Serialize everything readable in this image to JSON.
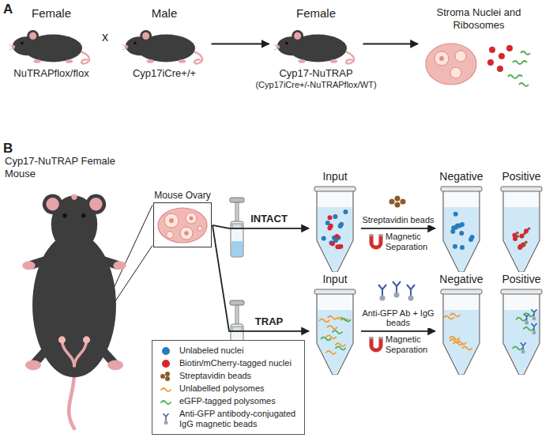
{
  "diagram": {
    "nodes": [
      {
        "text": [
          "Female",
          "NuTRAPflox/flox"
        ]
      },
      {
        "text": [
          "Male",
          "Cyp17iCre+/+"
        ]
      },
      {
        "text": [
          "Female",
          "Cyp17-NuTRAP",
          "(Cyp17iCre+/-NuTRAPflox/WT)"
        ]
      },
      {
        "text": [
          "Stroma Nuclei and Ribosomes"
        ]
      },
      {
        "text": [
          "Cyp17-NuTRAP Female Mouse"
        ]
      },
      {
        "text": [
          "Mouse Ovary"
        ]
      },
      {
        "text": [
          "Input"
        ]
      },
      {
        "text": [
          "Negative"
        ]
      },
      {
        "text": [
          "Positive"
        ]
      },
      {
        "text": [
          "Input"
        ]
      },
      {
        "text": [
          "Negative"
        ]
      },
      {
        "text": [
          "Positive"
        ]
      }
    ],
    "edges": [
      {
        "from": 1,
        "to": 2,
        "arrow": "to"
      },
      {
        "from": 2,
        "to": 3,
        "arrow": "to"
      },
      {
        "from": 4,
        "to": 5,
        "arrow": "none"
      },
      {
        "from": 5,
        "to": 6,
        "label": "INTACT",
        "arrow": "to"
      },
      {
        "from": 5,
        "to": 9,
        "label": "TRAP",
        "arrow": "to"
      },
      {
        "from": 6,
        "to": 7,
        "label": "Streptavidin beads",
        "arrow": "to"
      },
      {
        "from": 9,
        "to": 10,
        "label": "Anti-GFP Ab + IgG beads",
        "arrow": "to"
      }
    ],
    "labels": [
      "A",
      "x",
      "B",
      "Magnetic Separation",
      "Magnetic Separation"
    ],
    "legend": [
      {
        "text": "Unlabeled nuclei",
        "color": "#2b7bb9"
      },
      {
        "text": "Biotin/mCherry-tagged nuclei",
        "color": "#d7262e"
      },
      {
        "text": "Streptavidin beads"
      },
      {
        "text": "Unlabelled polysomes"
      },
      {
        "text": "eGFP-tagged polysomes"
      },
      {
        "text": "Anti-GFP antibody-conjugated IgG magnetic beads"
      }
    ]
  }
}
